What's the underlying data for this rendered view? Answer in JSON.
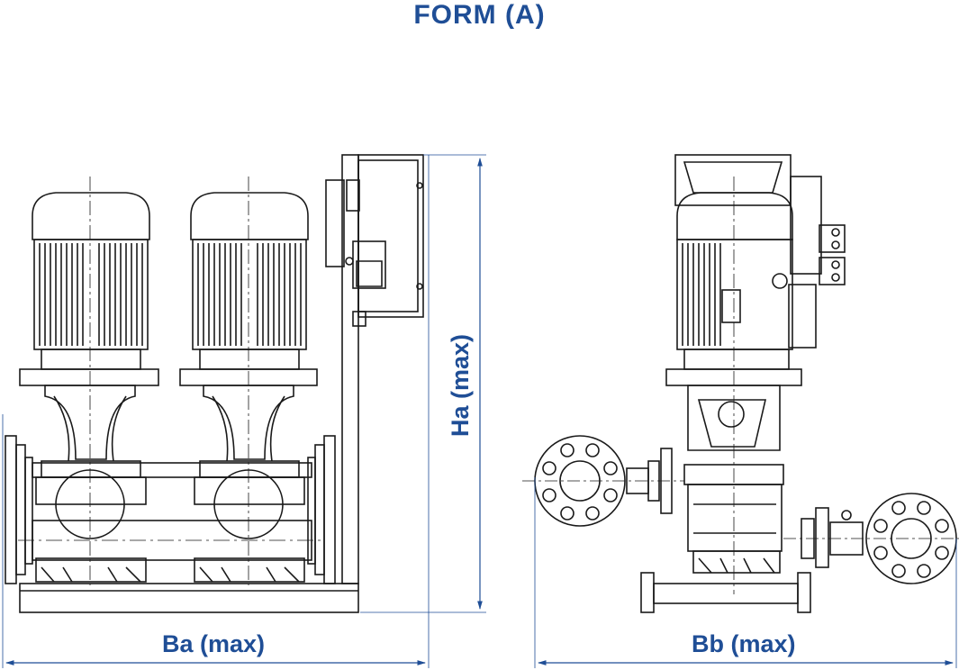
{
  "title": "FORM (A)",
  "dimensions": {
    "ba": "Ba (max)",
    "bb": "Bb (max)",
    "ha": "Ha (max)"
  },
  "colors": {
    "accent": "#1f4e96",
    "line": "#1a1a1a"
  }
}
